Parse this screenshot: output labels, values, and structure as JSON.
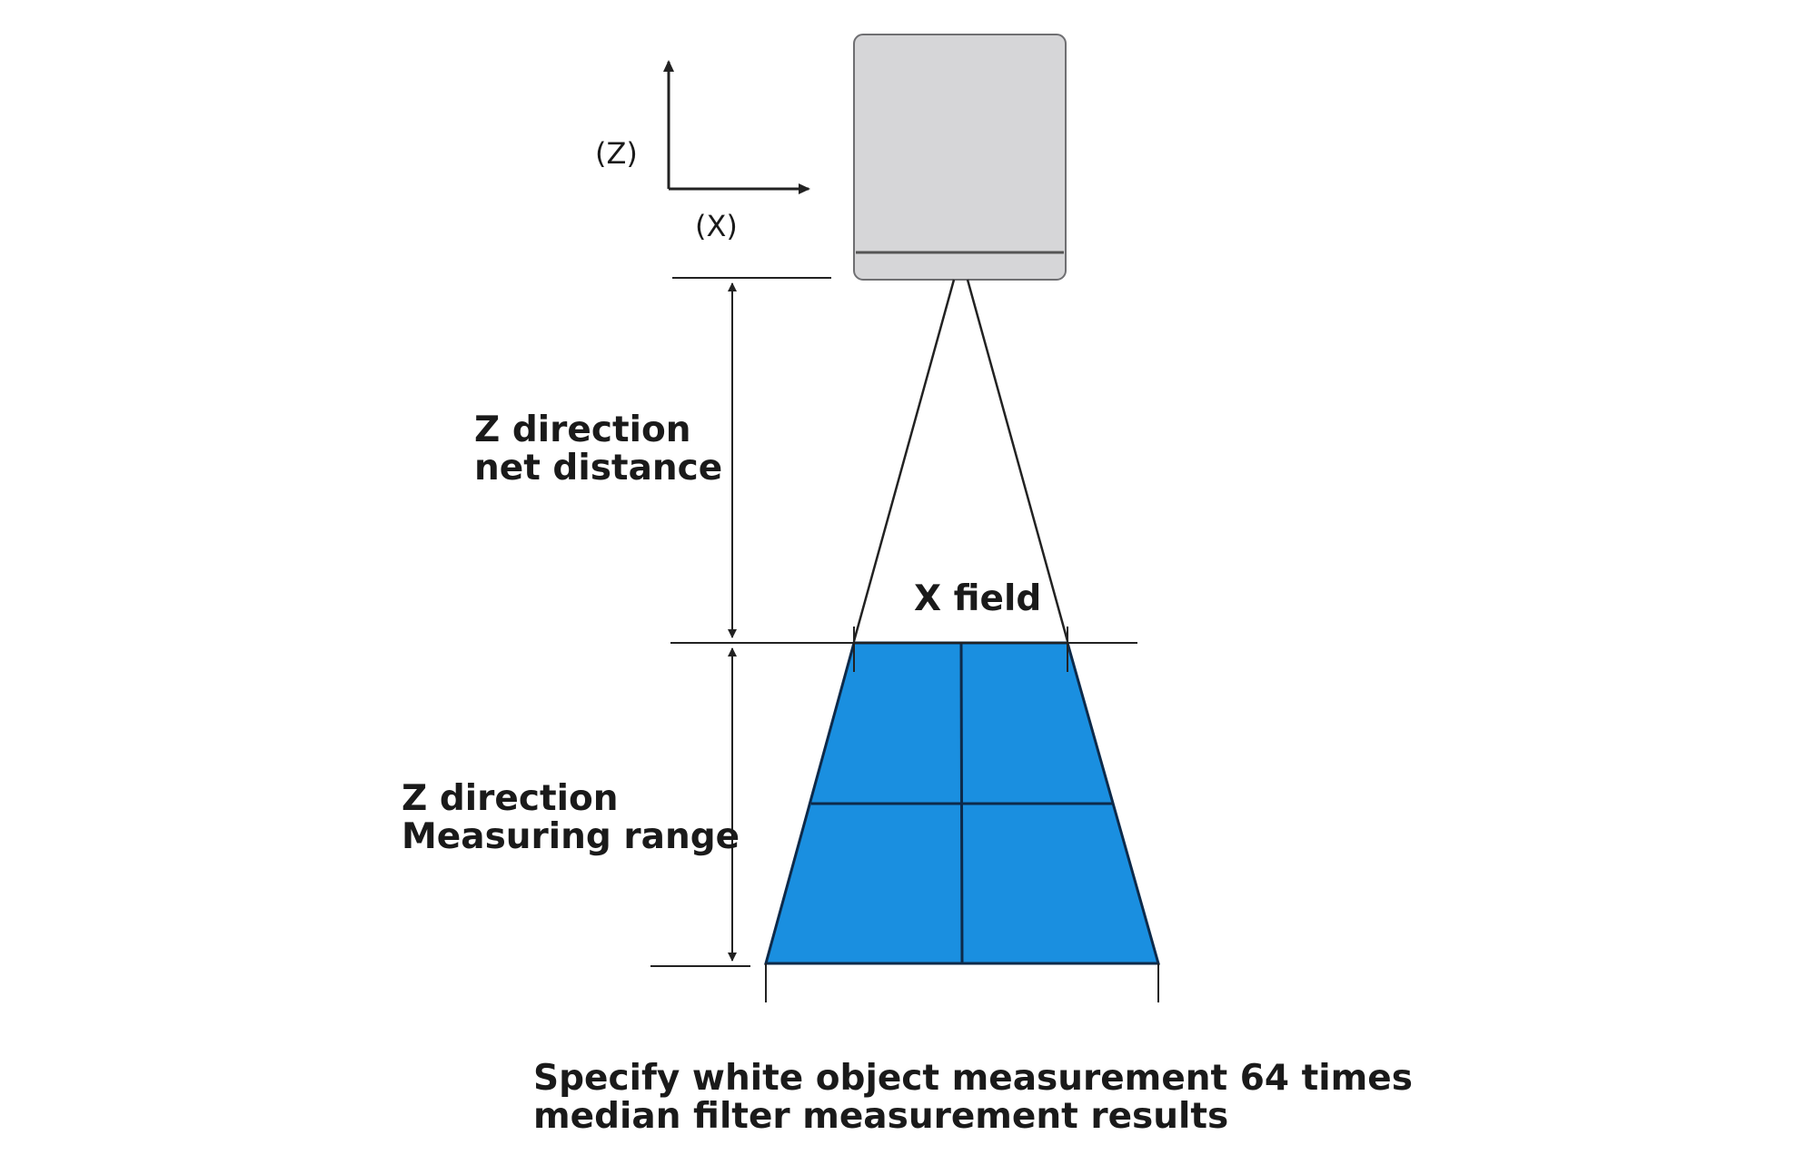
{
  "axes": {
    "z_label": "(Z)",
    "x_label": "(X)"
  },
  "labels": {
    "net_distance_line1": "Z direction",
    "net_distance_line2": "net distance",
    "x_field": "X field",
    "measuring_range_line1": "Z direction",
    "measuring_range_line2": "Measuring range"
  },
  "caption": {
    "line1": "Specify white object measurement 64 times",
    "line2": "median filter measurement results"
  },
  "colors": {
    "sensor_body": "#d6d6d8",
    "sensor_border": "#6f6f72",
    "field_fill": "#1a8fe0",
    "field_lines": "#0d2a4a",
    "line": "#222222"
  }
}
